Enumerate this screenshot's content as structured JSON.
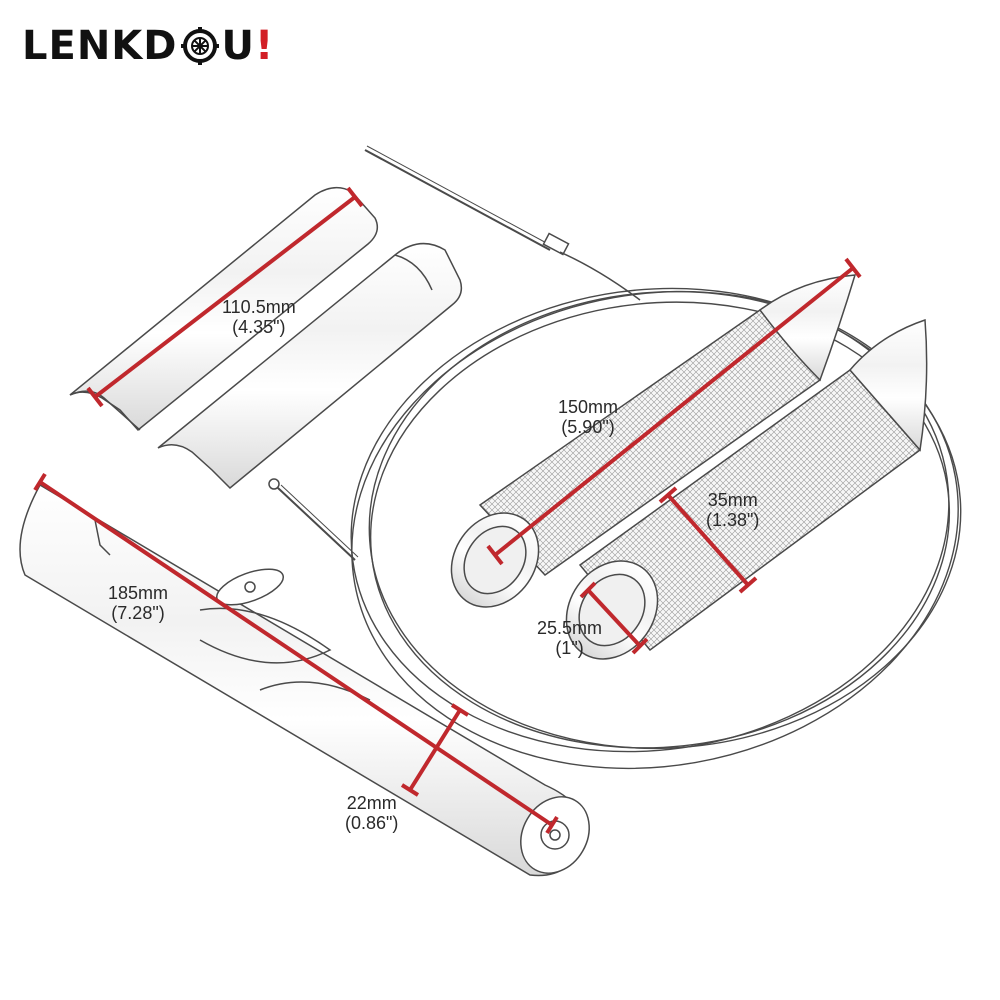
{
  "brand": {
    "name_prefix": "LENKD",
    "name_suffix": "U",
    "name_bang": "!",
    "icon": "gear-wheel-icon",
    "text_color": "#111111",
    "accent_color": "#d21f26"
  },
  "dimension_line_color": "#c0282d",
  "dimensions": {
    "sleeve_length": {
      "metric": "110.5mm",
      "imperial": "(4.35\")"
    },
    "grip_length": {
      "metric": "150mm",
      "imperial": "(5.90\")"
    },
    "grip_diameter": {
      "metric": "35mm",
      "imperial": "(1.38\")"
    },
    "bar_diameter": {
      "metric": "25.5mm",
      "imperial": "(1\")"
    },
    "tube_length": {
      "metric": "185mm",
      "imperial": "(7.28\")"
    },
    "tube_diameter": {
      "metric": "22mm",
      "imperial": "(0.86\")"
    }
  }
}
